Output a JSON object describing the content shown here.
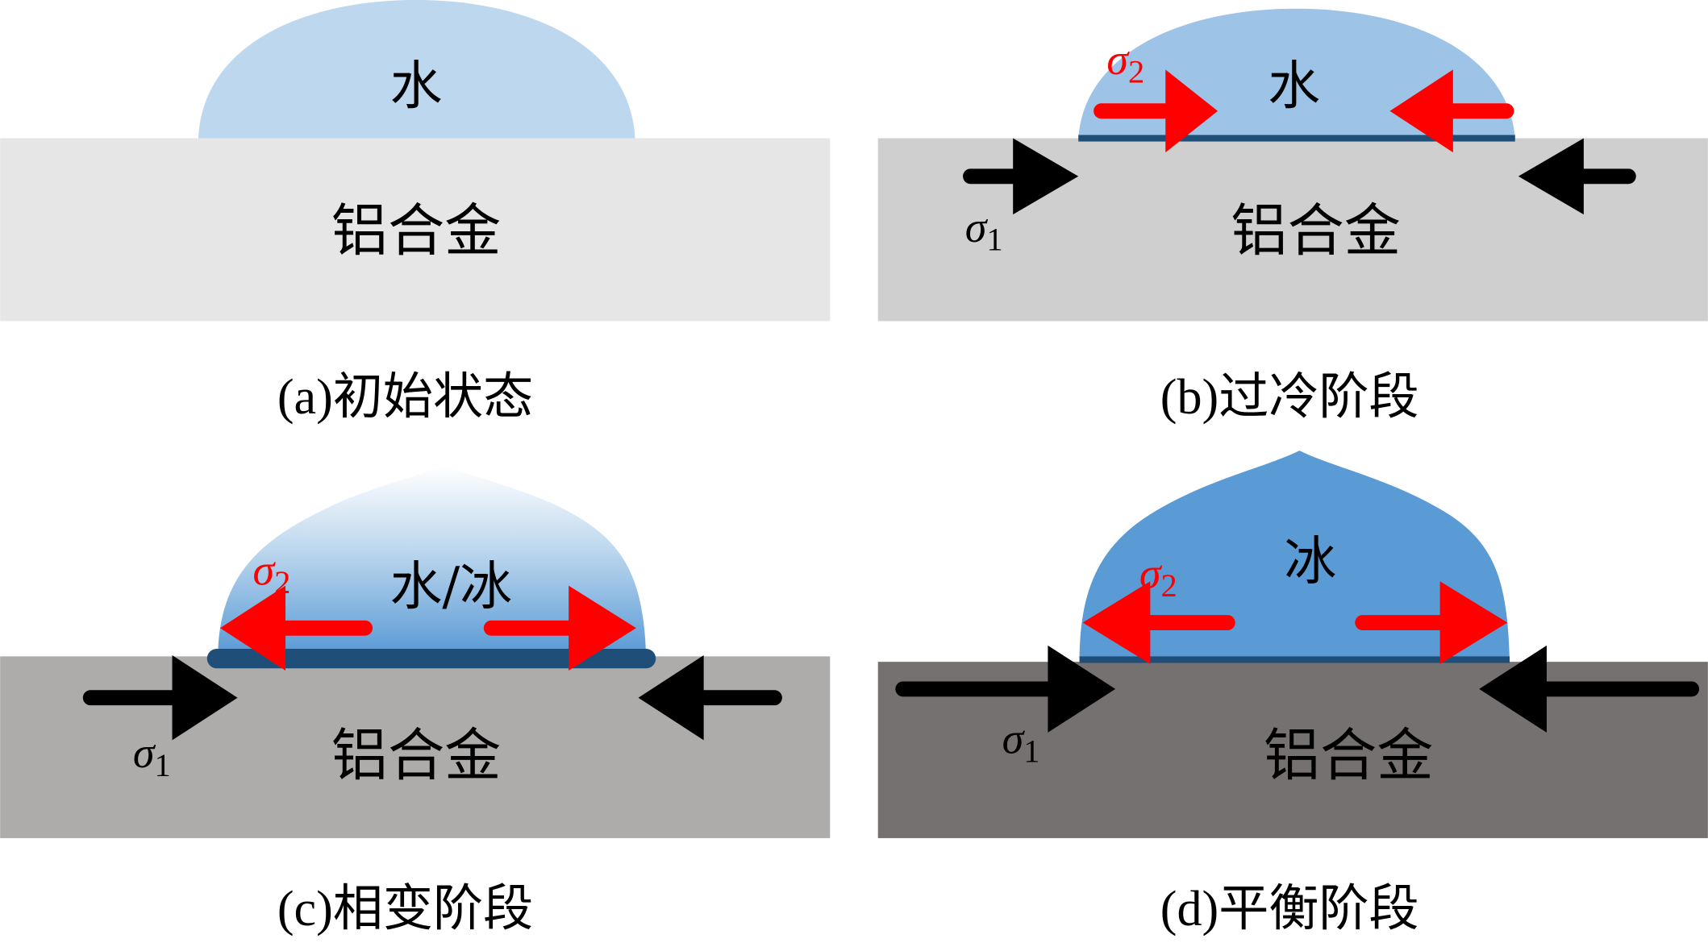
{
  "figure": {
    "panels": [
      {
        "id": "a",
        "caption": "(a)初始状态",
        "droplet_label": "水",
        "substrate_label": "铝合金",
        "droplet_color": "#bdd7ee",
        "substrate_color": "#e6e6e6",
        "interface_layer": false,
        "sigma1": null,
        "sigma2": null
      },
      {
        "id": "b",
        "caption": "(b)过冷阶段",
        "droplet_label": "水",
        "substrate_label": "铝合金",
        "droplet_color": "#9dc3e6",
        "substrate_color": "#d0cfcf",
        "interface_color": "#1f4e79",
        "sigma1": {
          "label": "σ",
          "sub": "1",
          "direction": "inward",
          "color": "#000000"
        },
        "sigma2": {
          "label": "σ",
          "sub": "2",
          "direction": "inward",
          "color": "#ff0000"
        }
      },
      {
        "id": "c",
        "caption": "(c)相变阶段",
        "droplet_label": "水/冰",
        "substrate_label": "铝合金",
        "droplet_color_top": "#ffffff",
        "droplet_color_bottom": "#5b9bd5",
        "substrate_color": "#aeabab",
        "interface_color": "#1f4e79",
        "sigma1": {
          "label": "σ",
          "sub": "1",
          "direction": "inward",
          "color": "#000000"
        },
        "sigma2": {
          "label": "σ",
          "sub": "2",
          "direction": "outward",
          "color": "#ff0000"
        }
      },
      {
        "id": "d",
        "caption": "(d)平衡阶段",
        "droplet_label": "冰",
        "substrate_label": "铝合金",
        "droplet_color": "#5b9bd5",
        "substrate_color": "#767171",
        "interface_color": "#1f4e79",
        "sigma1": {
          "label": "σ",
          "sub": "1",
          "direction": "inward",
          "color": "#000000"
        },
        "sigma2": {
          "label": "σ",
          "sub": "2",
          "direction": "outward",
          "color": "#ff0000"
        }
      }
    ]
  }
}
